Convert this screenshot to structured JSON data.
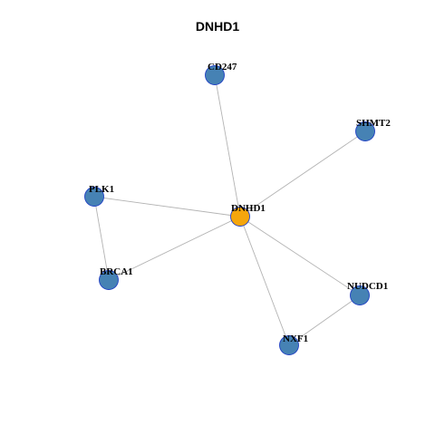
{
  "title": "DNHD1",
  "colors": {
    "center_node": "#f5a60c",
    "node": "#4682b4",
    "node_border": "#1f3fc4",
    "edge": "#b3b3b3"
  },
  "nodes": [
    {
      "id": "DNHD1",
      "label": "DNHD1",
      "role": "center"
    },
    {
      "id": "CD247",
      "label": "CD247",
      "role": "neighbor"
    },
    {
      "id": "SHMT2",
      "label": "SHMT2",
      "role": "neighbor"
    },
    {
      "id": "PLK1",
      "label": "PLK1",
      "role": "neighbor"
    },
    {
      "id": "BRCA1",
      "label": "BRCA1",
      "role": "neighbor"
    },
    {
      "id": "NUDCD1",
      "label": "NUDCD1",
      "role": "neighbor"
    },
    {
      "id": "NXF1",
      "label": "NXF1",
      "role": "neighbor"
    }
  ],
  "edges": [
    [
      "DNHD1",
      "CD247"
    ],
    [
      "DNHD1",
      "SHMT2"
    ],
    [
      "DNHD1",
      "PLK1"
    ],
    [
      "DNHD1",
      "BRCA1"
    ],
    [
      "DNHD1",
      "NUDCD1"
    ],
    [
      "DNHD1",
      "NXF1"
    ],
    [
      "PLK1",
      "BRCA1"
    ],
    [
      "NUDCD1",
      "NXF1"
    ]
  ]
}
